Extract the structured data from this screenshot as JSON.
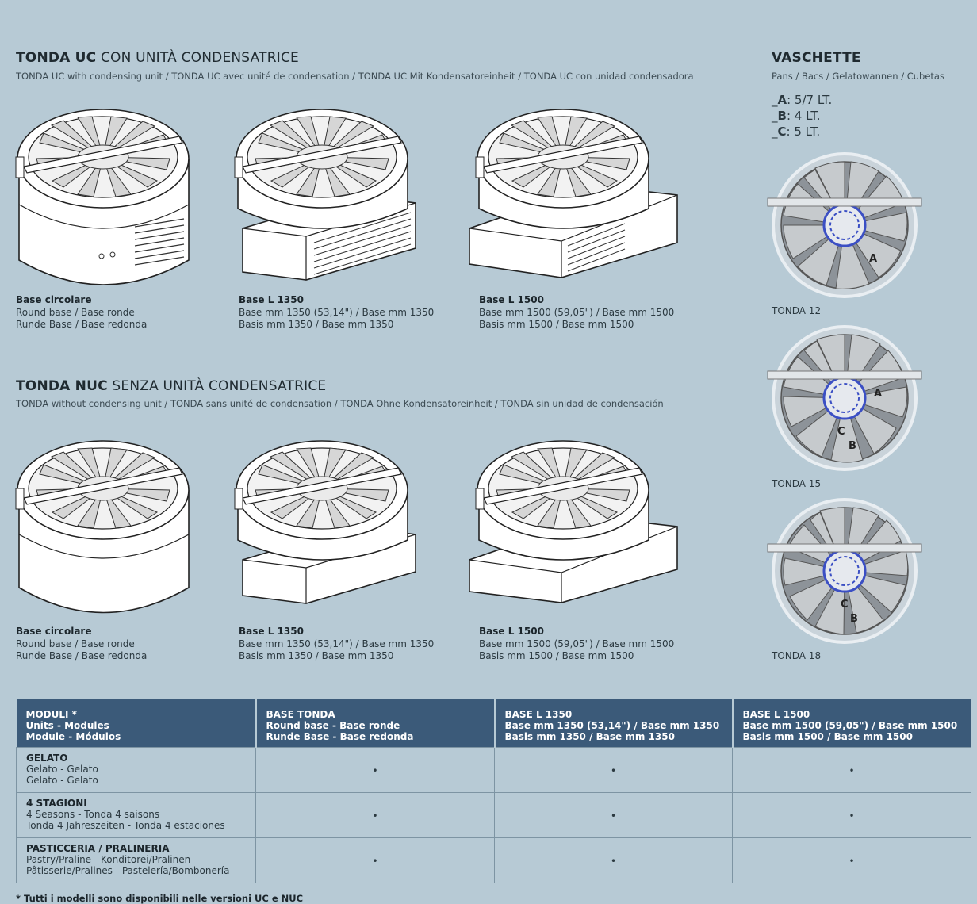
{
  "uc": {
    "title_bold": "TONDA UC",
    "title_rest": "CON UNITÀ CONDENSATRICE",
    "subtitle": "TONDA UC with condensing unit / TONDA UC avec unité de condensation / TONDA UC Mit Kondensatoreinheit / TONDA UC con unidad condensadora",
    "items": [
      {
        "title": "Base circolare",
        "line1": "Round base / Base ronde",
        "line2": "Runde Base / Base redonda"
      },
      {
        "title": "Base L 1350",
        "line1": "Base mm 1350 (53,14\") / Base mm 1350",
        "line2": "Basis mm 1350 / Base mm 1350"
      },
      {
        "title": "Base L 1500",
        "line1": "Base mm 1500 (59,05\") / Base mm 1500",
        "line2": "Basis mm 1500 / Base mm 1500"
      }
    ]
  },
  "nuc": {
    "title_bold": "TONDA NUC",
    "title_rest": "SENZA UNITÀ CONDENSATRICE",
    "subtitle": "TONDA without condensing unit / TONDA sans unité de condensation / TONDA Ohne Kondensatoreinheit / TONDA sin unidad de condensación",
    "items": [
      {
        "title": "Base circolare",
        "line1": "Round base / Base ronde",
        "line2": "Runde Base / Base redonda"
      },
      {
        "title": "Base L 1350",
        "line1": "Base mm 1350 (53,14\") / Base mm 1350",
        "line2": "Basis mm 1350 / Base mm 1350"
      },
      {
        "title": "Base L 1500",
        "line1": "Base mm 1500 (59,05\") / Base mm 1500",
        "line2": "Basis mm 1500 / Base mm 1500"
      }
    ]
  },
  "vaschette": {
    "title": "VASCHETTE",
    "subtitle": "Pans / Bacs / Gelatowannen / Cubetas",
    "pans": [
      {
        "letter": "A",
        "prefix": "_",
        "value": ": 5/7 LT."
      },
      {
        "letter": "B",
        "prefix": "_",
        "value": ": 4 LT."
      },
      {
        "letter": "C",
        "prefix": "_",
        "value": ": 5 LT."
      }
    ],
    "models": [
      "TONDA 12",
      "TONDA 15",
      "TONDA 18"
    ],
    "marks": {
      "a": "A",
      "b": "B",
      "c": "C"
    }
  },
  "table": {
    "headers": [
      {
        "l1": "MODULI *",
        "l2": "Units - Modules",
        "l3": "Module - Módulos"
      },
      {
        "l1": "BASE TONDA",
        "l2": "Round base - Base ronde",
        "l3": "Runde Base - Base redonda"
      },
      {
        "l1": "BASE L 1350",
        "l2": "Base mm 1350 (53,14\") / Base mm 1350",
        "l3": "Basis mm 1350 / Base mm 1350"
      },
      {
        "l1": "BASE L 1500",
        "l2": "Base mm 1500 (59,05\") / Base mm 1500",
        "l3": "Basis mm 1500 / Base mm 1500"
      }
    ],
    "rows": [
      {
        "title": "GELATO",
        "l2": "Gelato - Gelato",
        "l3": "Gelato - Gelato",
        "cells": [
          "•",
          "•",
          "•"
        ]
      },
      {
        "title": "4 STAGIONI",
        "l2": "4 Seasons - Tonda 4 saisons",
        "l3": "Tonda 4 Jahreszeiten - Tonda 4 estaciones",
        "cells": [
          "•",
          "•",
          "•"
        ]
      },
      {
        "title": "PASTICCERIA / PRALINERIA",
        "l2": "Pastry/Praline - Konditorei/Pralinen",
        "l3": "Pâtisserie/Pralines - Pastelería/Bombonería",
        "cells": [
          "•",
          "•",
          "•"
        ]
      }
    ]
  },
  "footnote": "* Tutti i modelli sono disponibili nelle versioni UC e NUC"
}
